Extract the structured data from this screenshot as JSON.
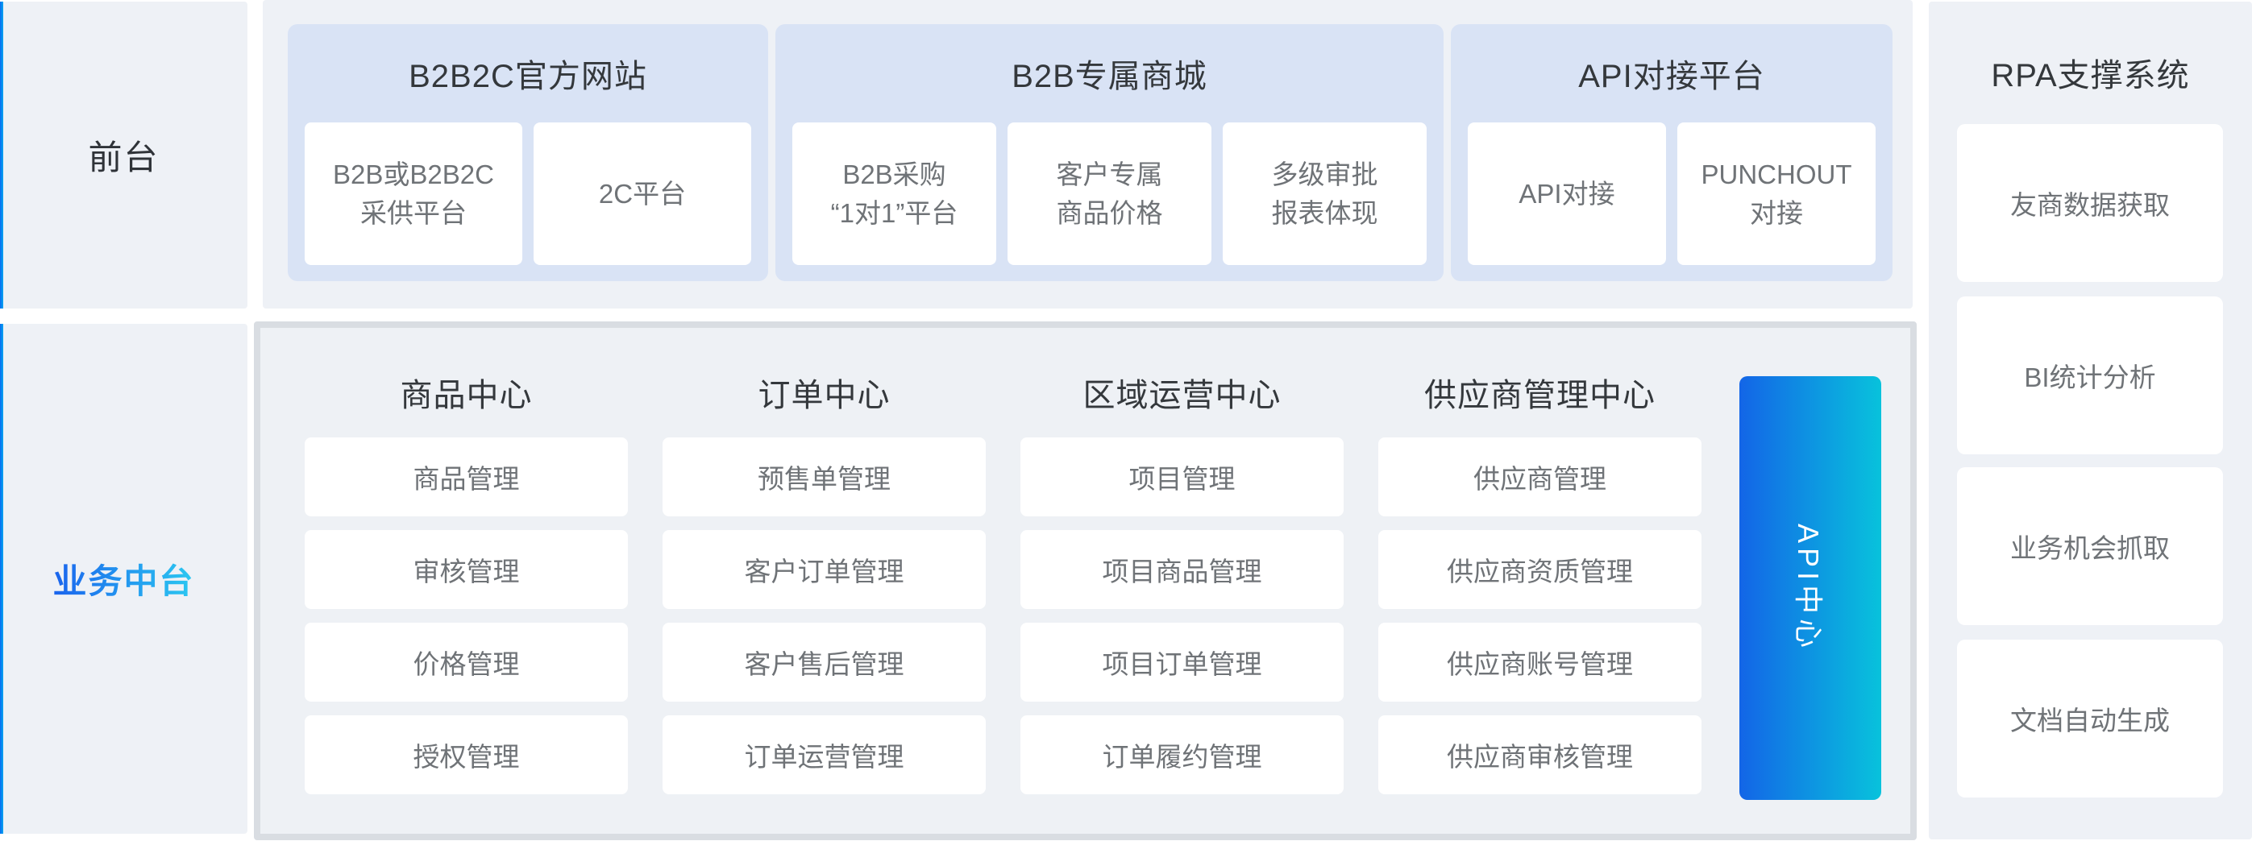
{
  "palette": {
    "panel_bg": "#eef1f6",
    "group_bg": "#d9e3f5",
    "card_bg": "#ffffff",
    "container_border": "#d9dde2",
    "accent_blue": "#0a6cf0",
    "accent_cyan": "#2bc9f1",
    "api_gradient_start": "#1365e7",
    "api_gradient_end": "#08c2dc",
    "title_text": "#34383c",
    "card_text": "#6f7377"
  },
  "left_rail": {
    "front_label": "前台",
    "middle_label": "业务中台"
  },
  "front_stage": {
    "groups": [
      {
        "title": "B2B2C官方网站",
        "items": [
          {
            "label": "B2B或B2B2C\n采供平台"
          },
          {
            "label": "2C平台"
          }
        ]
      },
      {
        "title": "B2B专属商城",
        "items": [
          {
            "label": "B2B采购\n“1对1”平台"
          },
          {
            "label": "客户专属\n商品价格"
          },
          {
            "label": "多级审批\n报表体现"
          }
        ]
      },
      {
        "title": "API对接平台",
        "items": [
          {
            "label": "API对接"
          },
          {
            "label": "PUNCHOUT\n对接"
          }
        ]
      }
    ]
  },
  "middle_stage": {
    "columns": [
      {
        "title": "商品中心",
        "items": [
          "商品管理",
          "审核管理",
          "价格管理",
          "授权管理"
        ]
      },
      {
        "title": "订单中心",
        "items": [
          "预售单管理",
          "客户订单管理",
          "客户售后管理",
          "订单运营管理"
        ]
      },
      {
        "title": "区域运营中心",
        "items": [
          "项目管理",
          "项目商品管理",
          "项目订单管理",
          "订单履约管理"
        ]
      },
      {
        "title": "供应商管理中心",
        "items": [
          "供应商管理",
          "供应商资质管理",
          "供应商账号管理",
          "供应商审核管理"
        ]
      }
    ],
    "api_center_label": "API中心"
  },
  "rpa": {
    "title": "RPA支撑系统",
    "items": [
      "友商数据获取",
      "BI统计分析",
      "业务机会抓取",
      "文档自动生成"
    ]
  }
}
